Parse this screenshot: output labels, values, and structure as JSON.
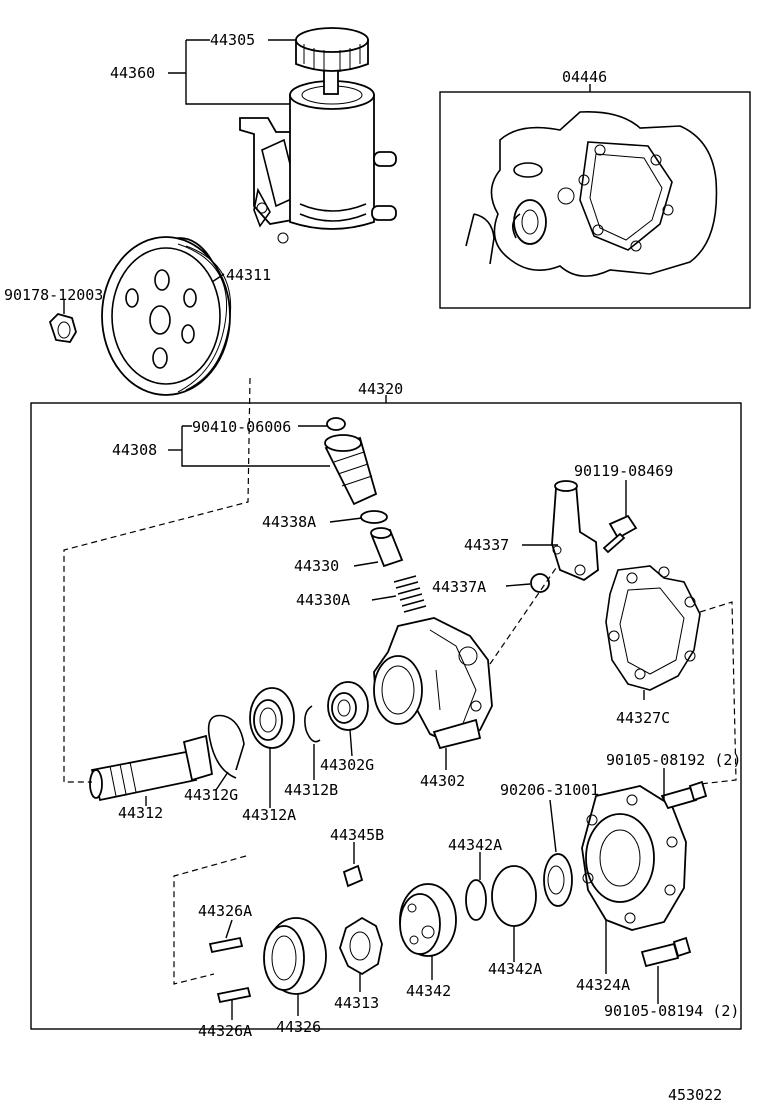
{
  "labels": {
    "p44305": "44305",
    "p44360": "44360",
    "p04446": "04446",
    "p44311": "44311",
    "p90178": "90178-12003",
    "p44320": "44320",
    "p90410": "90410-06006",
    "p44308": "44308",
    "p44338A": "44338A",
    "p44330": "44330",
    "p44330A": "44330A",
    "p90119": "90119-08469",
    "p44337": "44337",
    "p44337A": "44337A",
    "p44327C": "44327C",
    "p44312": "44312",
    "p44312G": "44312G",
    "p44312A": "44312A",
    "p44312B": "44312B",
    "p44302G": "44302G",
    "p44302": "44302",
    "p90105a": "90105-08192 (2)",
    "p90206": "90206-31001",
    "p44345B": "44345B",
    "p44342A_1": "44342A",
    "p44342A_2": "44342A",
    "p44326A_1": "44326A",
    "p44326A_2": "44326A",
    "p44326": "44326",
    "p44313": "44313",
    "p44342": "44342",
    "p44324A": "44324A",
    "p90105b": "90105-08194 (2)",
    "figure_number": "453022"
  }
}
